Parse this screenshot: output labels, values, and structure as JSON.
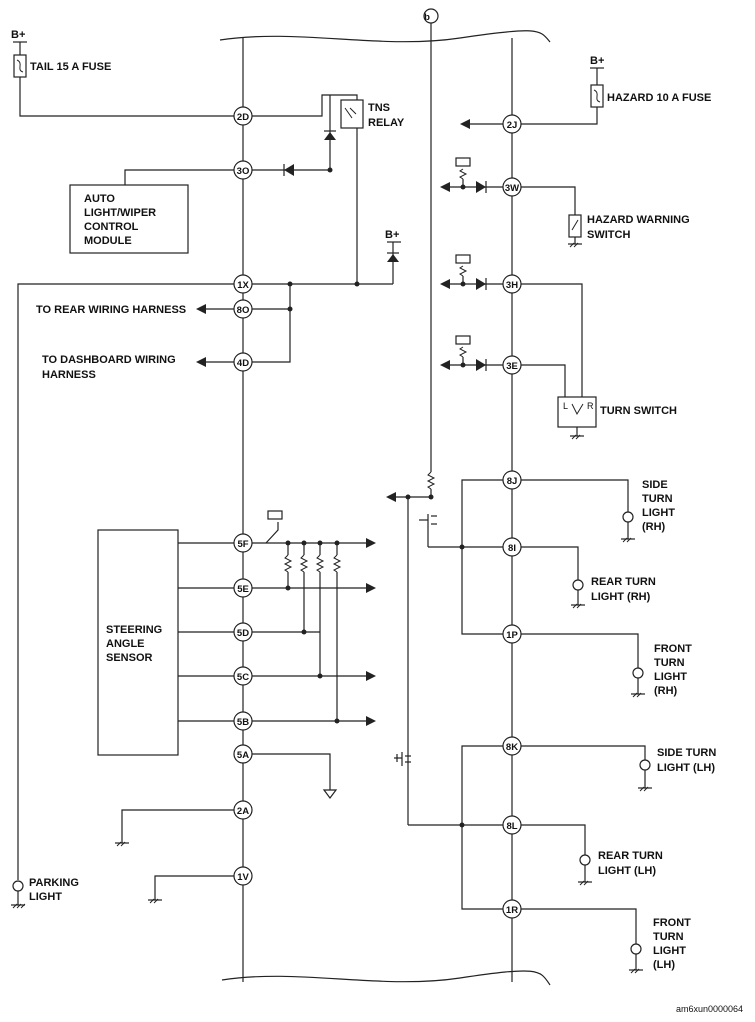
{
  "labels": {
    "bplus": "B+",
    "tail_fuse": "TAIL 15 A FUSE",
    "tns_relay_1": "TNS",
    "tns_relay_2": "RELAY",
    "auto_module": [
      "AUTO",
      "LIGHT/WIPER",
      "CONTROL",
      "MODULE"
    ],
    "rear_harness": "TO REAR WIRING HARNESS",
    "dash_harness_1": "TO DASHBOARD WIRING",
    "dash_harness_2": "HARNESS",
    "steering_sensor": [
      "STEERING",
      "ANGLE",
      "SENSOR"
    ],
    "parking_light": [
      "PARKING",
      "LIGHT"
    ],
    "hazard_fuse": "HAZARD 10 A FUSE",
    "hazard_switch": [
      "HAZARD WARNING",
      "SWITCH"
    ],
    "turn_switch": "TURN SWITCH",
    "turn_switch_l": "L",
    "turn_switch_r": "R",
    "side_turn_rh": [
      "SIDE",
      "TURN",
      "LIGHT",
      "(RH)"
    ],
    "rear_turn_rh": [
      "REAR TURN",
      "LIGHT (RH)"
    ],
    "front_turn_rh": [
      "FRONT",
      "TURN",
      "LIGHT",
      "(RH)"
    ],
    "side_turn_lh": [
      "SIDE TURN",
      "LIGHT (LH)"
    ],
    "rear_turn_lh": [
      "REAR TURN",
      "LIGHT (LH)"
    ],
    "front_turn_lh": [
      "FRONT",
      "TURN",
      "LIGHT",
      "(LH)"
    ],
    "connector_b": "b",
    "figure_id": "am6xun0000064"
  },
  "pins_left": [
    "2D",
    "3O",
    "1X",
    "8O",
    "4D",
    "5F",
    "5E",
    "5D",
    "5C",
    "5B",
    "5A",
    "2A",
    "1V"
  ],
  "pins_right": [
    "2J",
    "3W",
    "3H",
    "3E",
    "8J",
    "8I",
    "1P",
    "8K",
    "8L",
    "1R"
  ]
}
